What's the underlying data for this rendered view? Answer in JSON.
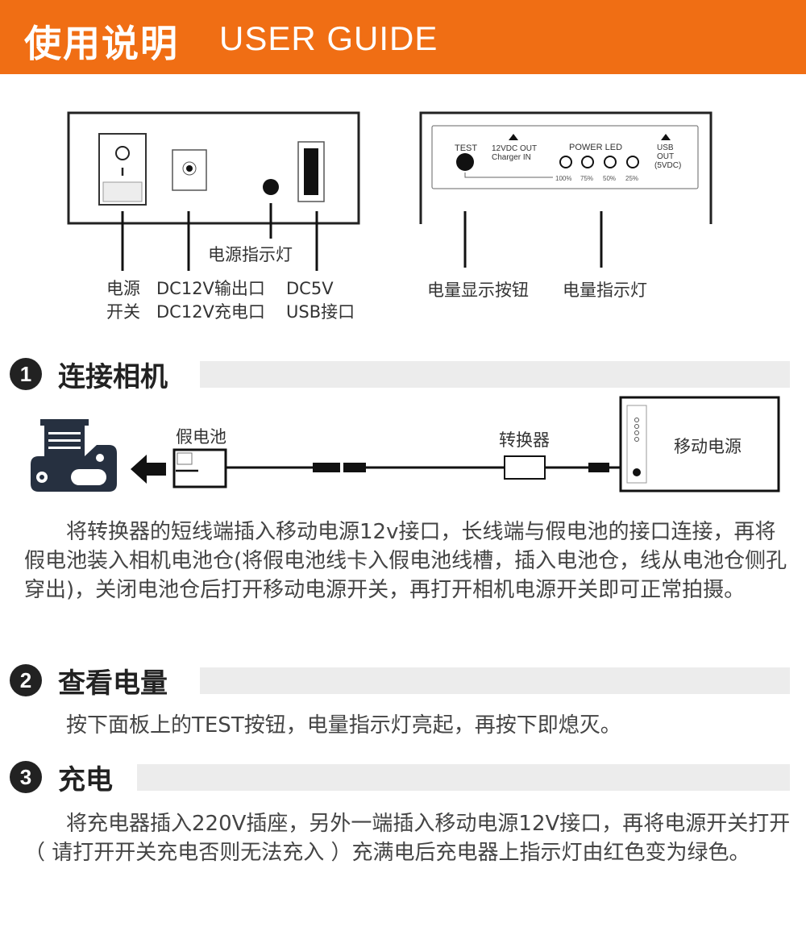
{
  "header": {
    "title_cn": "使用说明",
    "title_en": "USER GUIDE"
  },
  "colors": {
    "accent": "#f06e14",
    "bar": "#ececec",
    "text": "#333333"
  },
  "panel_left": {
    "callouts": {
      "indicator": "电源指示灯",
      "switch_l1": "电源",
      "switch_l2": "开关",
      "dc_l1": "DC12V输出口",
      "dc_l2": "DC12V充电口",
      "usb_l1": "DC5V",
      "usb_l2": "USB接口"
    }
  },
  "panel_right": {
    "test": "TEST",
    "dc_l1": "12VDC OUT",
    "dc_l2": "Charger  IN",
    "power_led": "POWER LED",
    "led_levels": [
      "100%",
      "75%",
      "50%",
      "25%"
    ],
    "usb_l1": "USB",
    "usb_l2": "OUT",
    "usb_l3": "(5VDC)",
    "callouts": {
      "button": "电量显示按钮",
      "led": "电量指示灯"
    }
  },
  "sections": [
    {
      "num": "1",
      "title": "连接相机",
      "diagram": {
        "dummy_battery": "假电池",
        "converter": "转换器",
        "power_bank": "移动电源"
      },
      "text": "将转换器的短线端插入移动电源12v接口，长线端与假电池的接口连接，再将假电池装入相机电池仓(将假电池线卡入假电池线槽，插入电池仓，线从电池仓侧孔穿出)，关闭电池仓后打开移动电源开关，再打开相机电源开关即可正常拍摄。"
    },
    {
      "num": "2",
      "title": "查看电量",
      "text": "按下面板上的TEST按钮，电量指示灯亮起，再按下即熄灭。"
    },
    {
      "num": "3",
      "title": "充电",
      "text": "将充电器插入220V插座，另外一端插入移动电源12V接口，再将电源开关打开（ 请打开开关充电否则无法充入 ）充满电后充电器上指示灯由红色变为绿色。"
    }
  ]
}
